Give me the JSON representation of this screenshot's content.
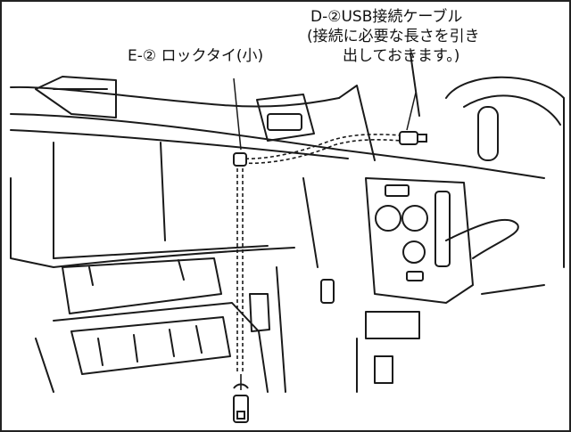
{
  "labels": {
    "lock_tie": "E-② ロックタイ(小)",
    "usb_cable_title": "D-②USB接続ケーブル",
    "usb_cable_note_line1": "(接続に必要な長さを引き",
    "usb_cable_note_line2": "出しておきます。)"
  },
  "colors": {
    "line": "#1a1a1a",
    "background": "#ffffff"
  }
}
